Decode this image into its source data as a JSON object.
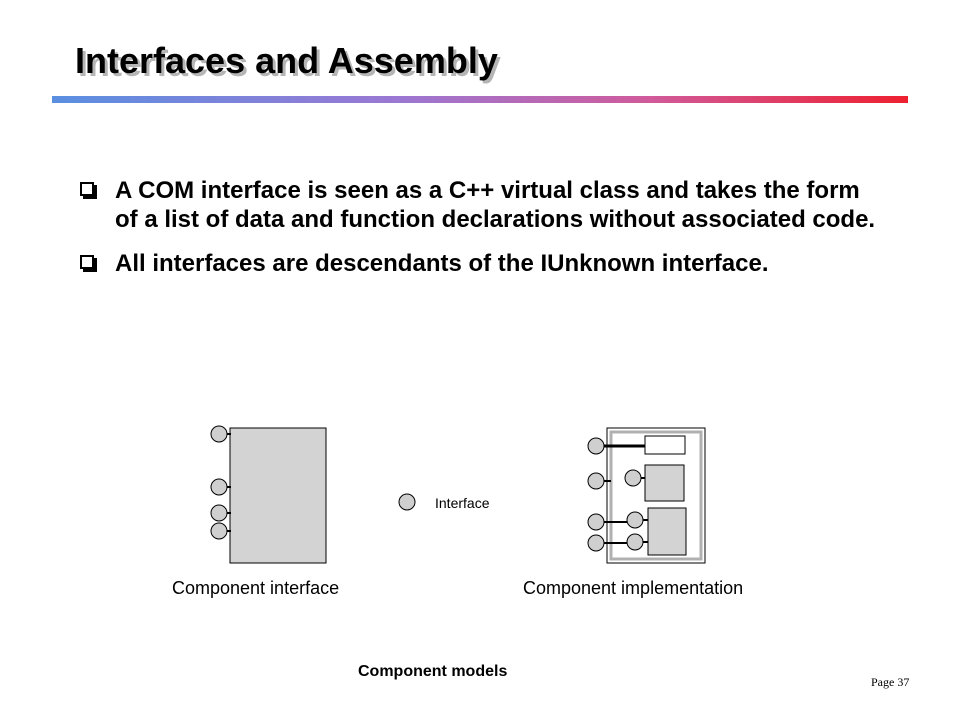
{
  "slide": {
    "title": "Interfaces and Assembly",
    "bullets": [
      {
        "text": "A COM interface is seen as a C++ virtual class and takes the form of a list of data and function declarations without associated code."
      },
      {
        "text": "All interfaces are descendants of the IUnknown interface."
      }
    ]
  },
  "diagram": {
    "component_interface_caption": "Component  interface",
    "interface_label": "Interface",
    "component_implementation_caption": "Component  implementation",
    "models_label": "Component models"
  },
  "footer": {
    "page": "Page 37"
  },
  "colors": {
    "title_bar_start": "#5a8fe0",
    "title_bar_end": "#ee2030",
    "box_fill": "#d3d3d3"
  }
}
